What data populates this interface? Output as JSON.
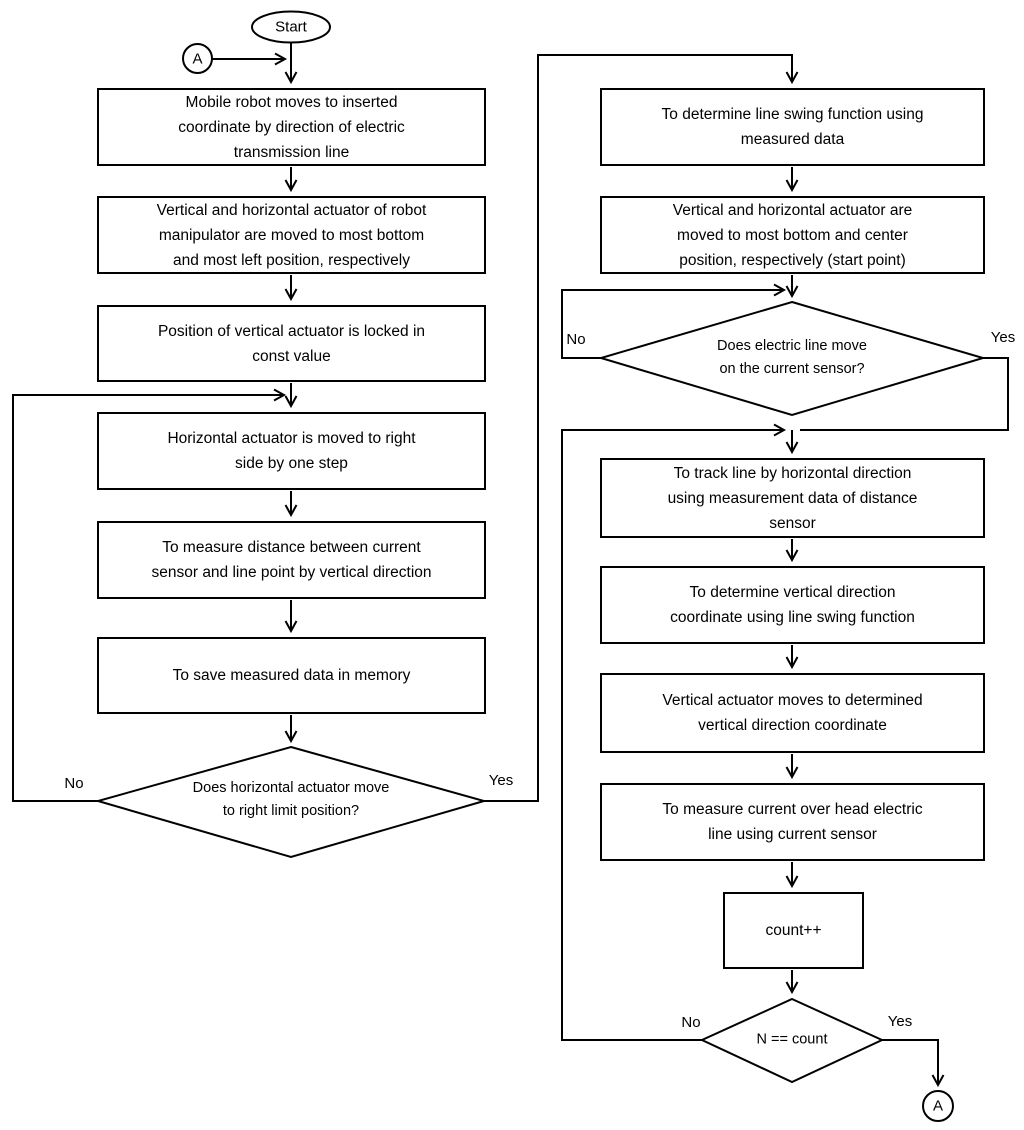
{
  "palette": {
    "background": "#ffffff",
    "line": "#000000",
    "text": "#000000",
    "node_fill": "#ffffff"
  },
  "nodes": {
    "start": {
      "label": "Start"
    },
    "connector_a_top": {
      "label": "A"
    },
    "mobile_robot": {
      "label": "Mobile robot moves to inserted\ncoordinate by direction of electric\ntransmission line"
    },
    "actuators_init": {
      "label": "Vertical and horizontal actuator of robot\nmanipulator are moved to most bottom\nand most left position, respectively"
    },
    "vertical_locked": {
      "label": "Position of vertical actuator is locked in\nconst value"
    },
    "horizontal_step": {
      "label": "Horizontal actuator is moved to right\nside by one step"
    },
    "measure_distance": {
      "label": "To measure distance between current\nsensor and line point by vertical direction"
    },
    "save_data": {
      "label": "To save measured data in memory"
    },
    "decision_right_limit": {
      "label": "Does horizontal actuator move\nto right limit position?",
      "no": "No",
      "yes": "Yes"
    },
    "determine_swing": {
      "label": "To determine line swing function using\nmeasured data"
    },
    "actuators_start_point": {
      "label": "Vertical and horizontal actuator are\nmoved to most bottom and center\nposition, respectively (start point)"
    },
    "decision_line_move": {
      "label": "Does electric line move\non the current sensor?",
      "no": "No",
      "yes": "Yes"
    },
    "track_line": {
      "label": "To track line by horizontal direction\nusing measurement data of distance\nsensor"
    },
    "determine_vertical": {
      "label": "To determine vertical direction\ncoordinate using line swing function"
    },
    "vertical_moves": {
      "label": "Vertical actuator moves to determined\nvertical direction coordinate"
    },
    "measure_current": {
      "label": "To measure current over head electric\nline using current sensor"
    },
    "count_increment": {
      "label": "count++"
    },
    "decision_n_count": {
      "label": "N == count",
      "no": "No",
      "yes": "Yes"
    },
    "connector_a_bottom": {
      "label": "A"
    }
  }
}
